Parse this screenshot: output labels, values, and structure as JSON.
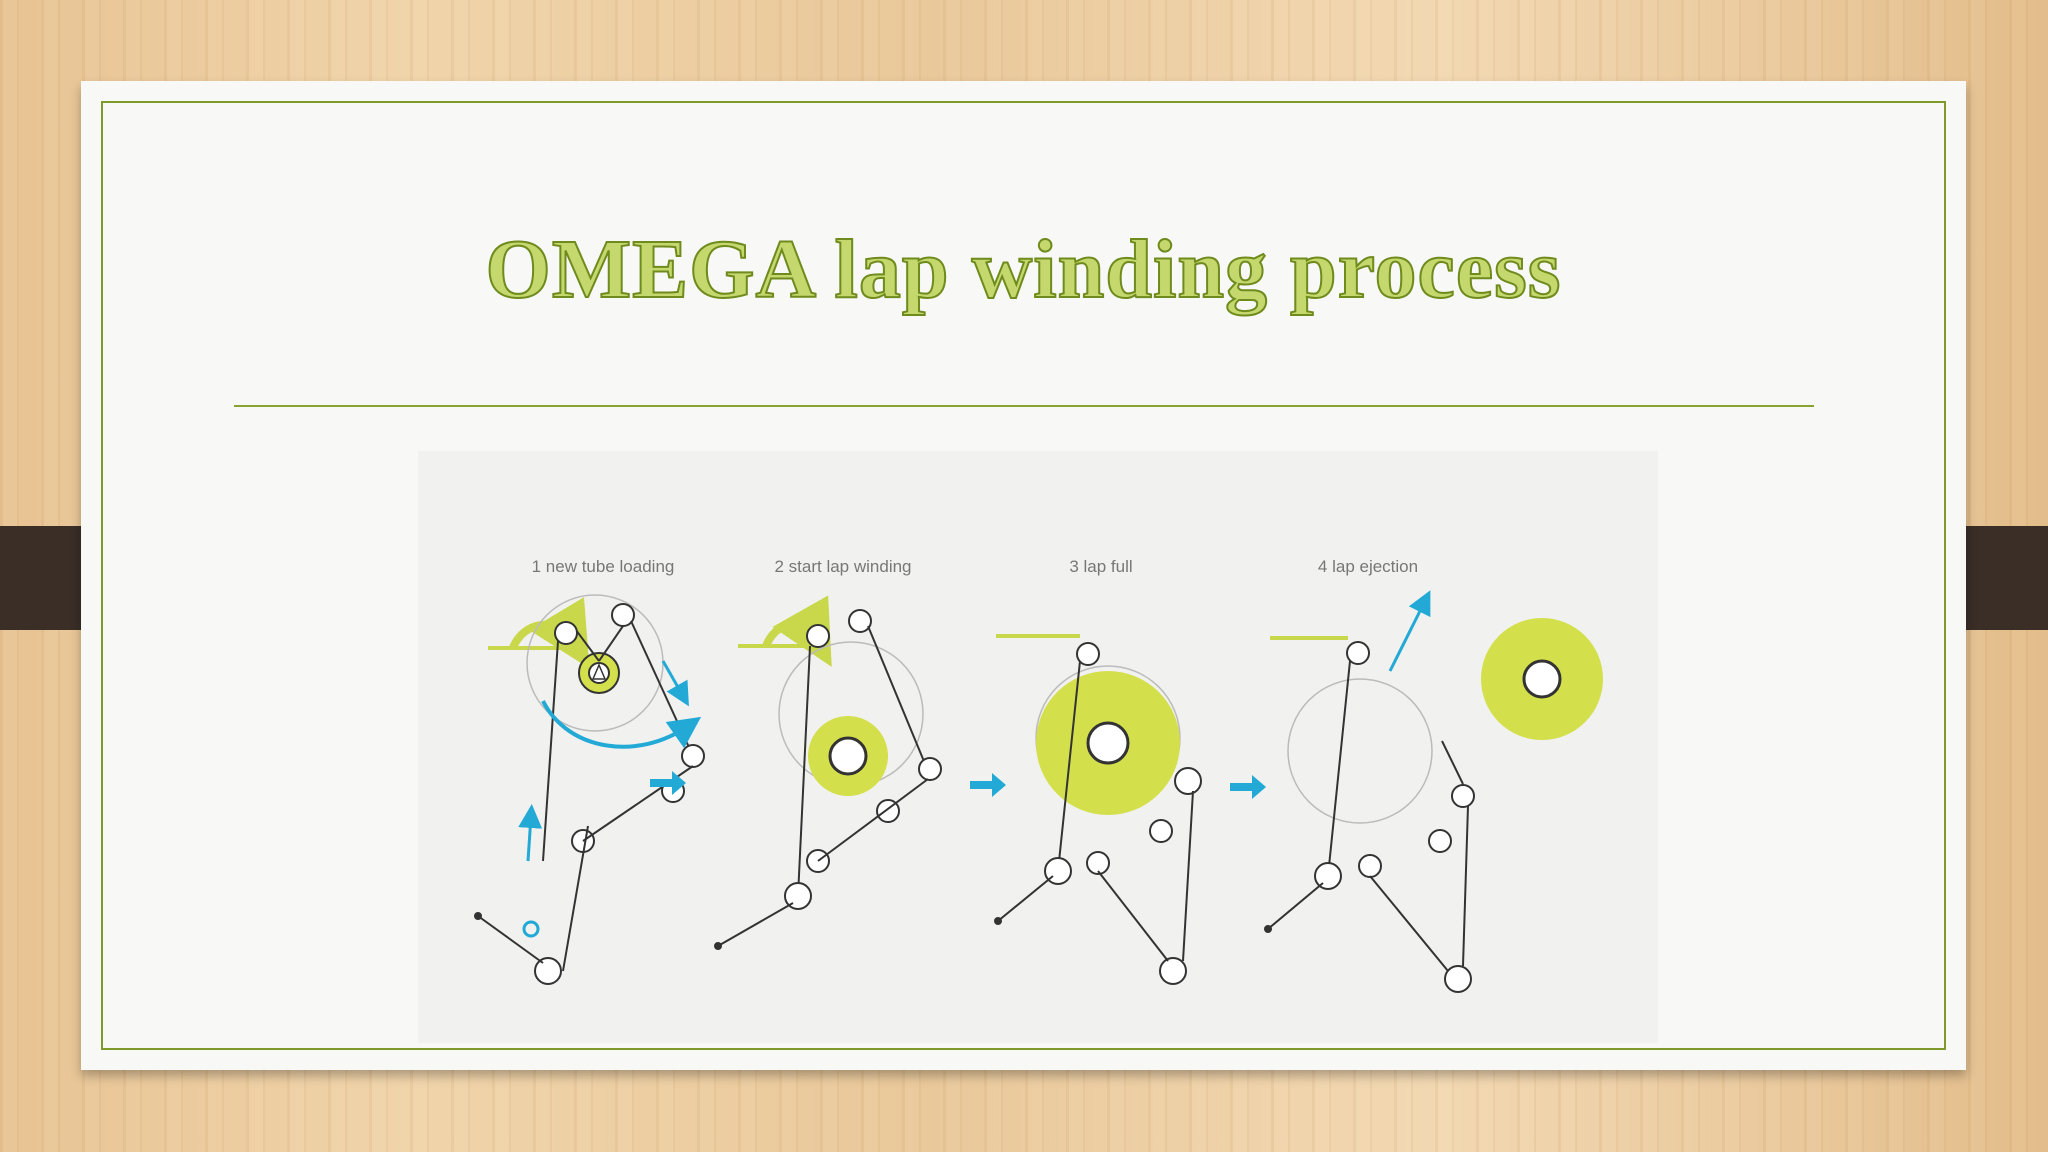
{
  "slide": {
    "title": "OMEGA lap winding process"
  },
  "diagram": {
    "steps": [
      {
        "label": "1 new tube loading"
      },
      {
        "label": "2 start lap winding"
      },
      {
        "label": "3 lap full"
      },
      {
        "label": "4 lap ejection"
      }
    ],
    "colors": {
      "lap": "#d3df4b",
      "flow_arrow": "#23a9d6",
      "feed": "#c8d84a",
      "line": "#333333",
      "title_fill": "#c5d86d",
      "title_stroke": "#6f8b1d",
      "frame": "#7f9a2a"
    }
  }
}
